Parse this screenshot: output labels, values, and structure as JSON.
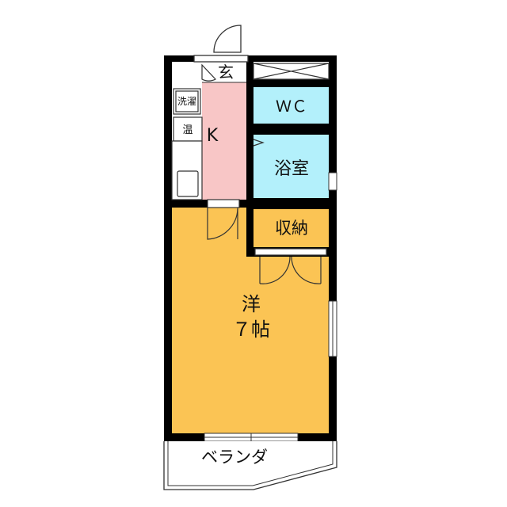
{
  "rooms": {
    "genkan": "玄",
    "washer": "洗濯",
    "heater": "温",
    "kitchen": "K",
    "wc": "ＷＣ",
    "bath": "浴室",
    "storage": "収納",
    "western_name": "洋",
    "western_size": "７帖",
    "veranda": "ベランダ"
  },
  "colors": {
    "wall": "#000000",
    "kitchen_floor": "#f8c6c6",
    "wet_area": "#b3f0fb",
    "storage_floor": "#e1ddd3",
    "western_floor": "#fbc454",
    "fixture_line": "#333333"
  }
}
